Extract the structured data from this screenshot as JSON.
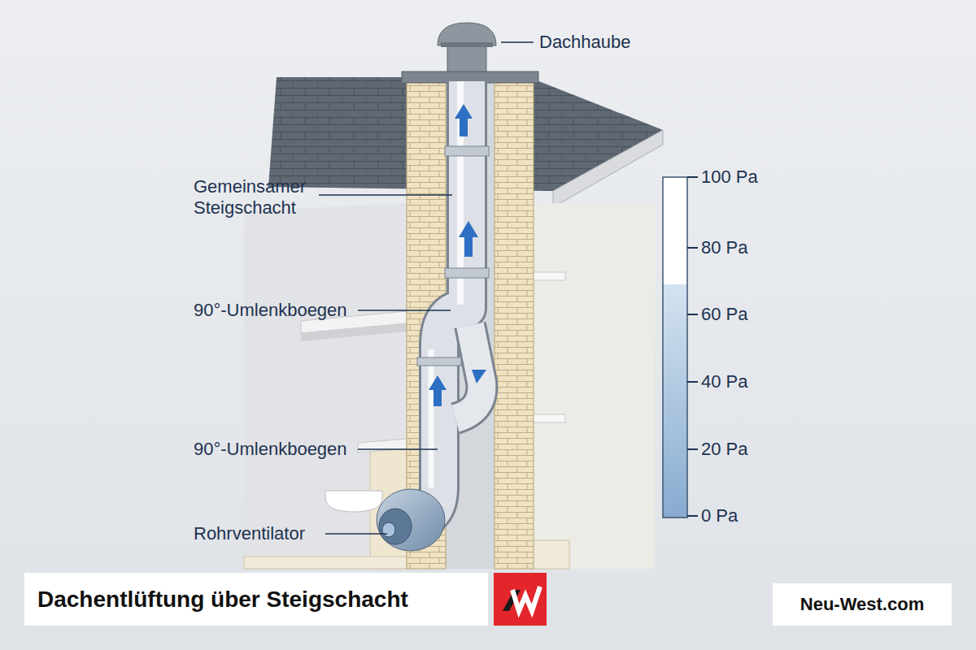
{
  "diagram": {
    "title": "Dachentlüftung über Steigschacht",
    "labels": [
      "Dachhaube",
      "Gemeinsamer Steigschacht",
      "90°-Umlenkboegen",
      "90°-Umlenkboegen",
      "Rohrventilator",
      "100 Pa",
      "80 Pa",
      "60 Pa",
      "40 Pa",
      "20 Pa",
      "0 Pa",
      "Neu-West.com"
    ]
  }
}
